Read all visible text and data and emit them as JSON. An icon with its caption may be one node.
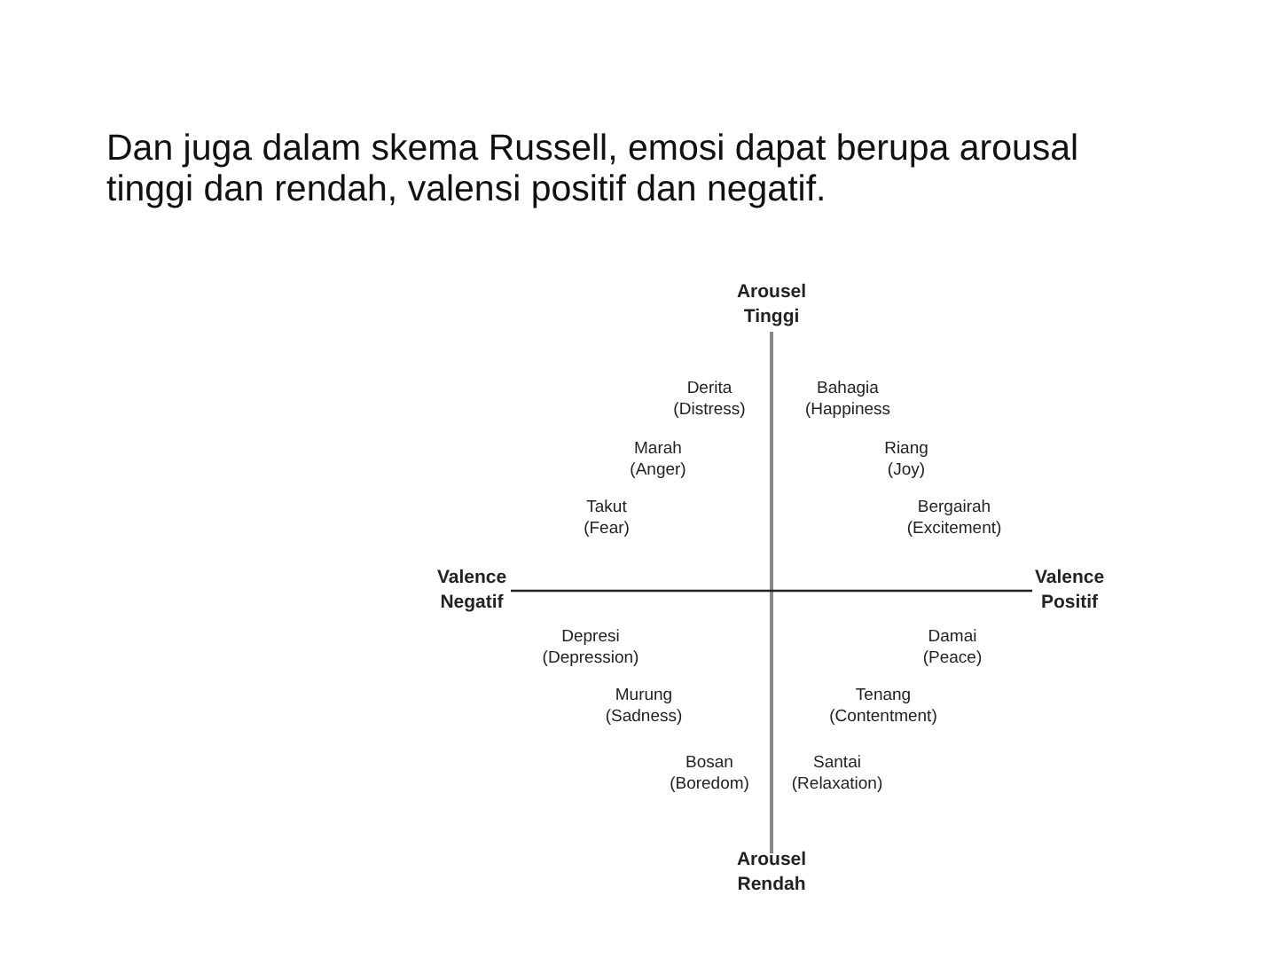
{
  "diagram": {
    "title": "Dan juga dalam skema Russell, emosi dapat berupa arousal tinggi dan rendah, valensi positif dan negatif.",
    "labels": [
      "Arousel Tinggi",
      "Derita (Distress)",
      "Bahagia (Happiness",
      "Marah (Anger)",
      "Riang (Joy)",
      "Takut (Fear)",
      "Bergairah (Excitement)",
      "Valence Negatif",
      "Valence Positif",
      "Depresi (Depression)",
      "Damai (Peace)",
      "Murung (Sadness)",
      "Tenang (Contentment)",
      "Bosan (Boredom)",
      "Santai (Relaxation)",
      "Arousel Rendah"
    ]
  }
}
